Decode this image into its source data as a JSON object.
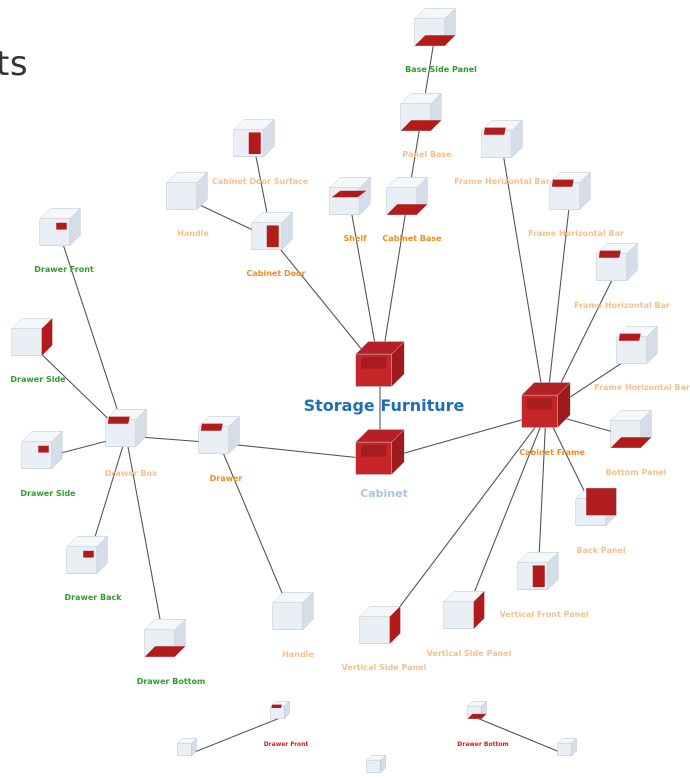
{
  "heading_fragment": "ts",
  "top_tiny_text": "",
  "colors": {
    "root": "#1f6fb5",
    "category": "#f28c28",
    "part": "#2e9e2e",
    "faded": "#f7c08a",
    "cabinet": "#a8c4e6",
    "red": "#b31b1b",
    "box": "#e9eff5"
  },
  "nodes": [
    {
      "id": "storage",
      "label": "Storage Furniture",
      "class": "root",
      "cube": "solid"
    },
    {
      "id": "cabinet",
      "label": "Cabinet",
      "class": "cabinet",
      "cube": "solid"
    },
    {
      "id": "frame",
      "label": "Cabinet Frame",
      "class": "category",
      "cube": "solid"
    },
    {
      "id": "cabinet_base",
      "label": "Cabinet Base",
      "class": "category",
      "cube": "panel-bottom"
    },
    {
      "id": "shelf",
      "label": "Shelf",
      "class": "category",
      "cube": "panel-mid"
    },
    {
      "id": "panel_base",
      "label": "Panel Base",
      "class": "faded",
      "cube": "panel-bottom"
    },
    {
      "id": "base_side_panel",
      "label": "Base Side Panel",
      "class": "part",
      "cube": "panel-bottom"
    },
    {
      "id": "cabinet_door",
      "label": "Cabinet Door",
      "class": "category",
      "cube": "panel-front"
    },
    {
      "id": "door_surface",
      "label": "Cabinet Door Surface",
      "class": "faded",
      "cube": "panel-front"
    },
    {
      "id": "handle_top",
      "label": "Handle",
      "class": "faded",
      "cube": "empty"
    },
    {
      "id": "drawer",
      "label": "Drawer",
      "class": "category",
      "cube": "panel-top"
    },
    {
      "id": "drawer_box",
      "label": "Drawer Box",
      "class": "faded",
      "cube": "panel-top"
    },
    {
      "id": "drawer_front",
      "label": "Drawer Front",
      "class": "part",
      "cube": "panel-mid-small"
    },
    {
      "id": "drawer_side_1",
      "label": "Drawer Side",
      "class": "part",
      "cube": "panel-side"
    },
    {
      "id": "drawer_side_2",
      "label": "Drawer Side",
      "class": "part",
      "cube": "panel-mid-small"
    },
    {
      "id": "drawer_back",
      "label": "Drawer Back",
      "class": "part",
      "cube": "panel-mid-small"
    },
    {
      "id": "drawer_bottom",
      "label": "Drawer Bottom",
      "class": "part",
      "cube": "panel-bottom"
    },
    {
      "id": "handle_bottom",
      "label": "Handle",
      "class": "faded",
      "cube": "empty"
    },
    {
      "id": "fhb_1",
      "label": "Frame Horizontal Bar",
      "class": "faded",
      "cube": "panel-top"
    },
    {
      "id": "fhb_2",
      "label": "Frame Horizontal Bar",
      "class": "faded",
      "cube": "panel-top"
    },
    {
      "id": "fhb_3",
      "label": "Frame Horizontal Bar",
      "class": "faded",
      "cube": "panel-top"
    },
    {
      "id": "fhb_4",
      "label": "Frame Horizontal Bar",
      "class": "faded",
      "cube": "panel-top"
    },
    {
      "id": "bottom_panel",
      "label": "Bottom Panel",
      "class": "faded",
      "cube": "panel-bottom"
    },
    {
      "id": "back_panel",
      "label": "Back Panel",
      "class": "faded",
      "cube": "panel-back"
    },
    {
      "id": "vfp",
      "label": "Vertical Front Panel",
      "class": "faded",
      "cube": "panel-front"
    },
    {
      "id": "vsp_1",
      "label": "Vertical Side Panel",
      "class": "faded",
      "cube": "panel-side"
    },
    {
      "id": "vsp_2",
      "label": "Vertical Side Panel",
      "class": "faded",
      "cube": "panel-side"
    },
    {
      "id": "mini_drawer_front",
      "label": "Drawer Front",
      "class": "mini",
      "cube": "panel-top"
    },
    {
      "id": "mini_drawer_bottom",
      "label": "Drawer Bottom",
      "class": "mini",
      "cube": "panel-bottom"
    },
    {
      "id": "mini_a",
      "label": "",
      "class": "mini",
      "cube": "empty"
    },
    {
      "id": "mini_b",
      "label": "",
      "class": "mini",
      "cube": "empty"
    },
    {
      "id": "mini_c",
      "label": "",
      "class": "mini",
      "cube": "empty"
    }
  ],
  "edges": [
    [
      "storage",
      "cabinet"
    ],
    [
      "storage",
      "cabinet_base"
    ],
    [
      "storage",
      "shelf"
    ],
    [
      "storage",
      "cabinet_door"
    ],
    [
      "cabinet",
      "frame"
    ],
    [
      "cabinet",
      "drawer"
    ],
    [
      "cabinet_base",
      "panel_base"
    ],
    [
      "panel_base",
      "base_side_panel"
    ],
    [
      "cabinet_door",
      "door_surface"
    ],
    [
      "cabinet_door",
      "handle_top"
    ],
    [
      "drawer",
      "drawer_box"
    ],
    [
      "drawer",
      "handle_bottom"
    ],
    [
      "drawer_box",
      "drawer_front"
    ],
    [
      "drawer_box",
      "drawer_side_1"
    ],
    [
      "drawer_box",
      "drawer_side_2"
    ],
    [
      "drawer_box",
      "drawer_back"
    ],
    [
      "drawer_box",
      "drawer_bottom"
    ],
    [
      "frame",
      "fhb_1"
    ],
    [
      "frame",
      "fhb_2"
    ],
    [
      "frame",
      "fhb_3"
    ],
    [
      "frame",
      "fhb_4"
    ],
    [
      "frame",
      "bottom_panel"
    ],
    [
      "frame",
      "back_panel"
    ],
    [
      "frame",
      "vfp"
    ],
    [
      "frame",
      "vsp_1"
    ],
    [
      "frame",
      "vsp_2"
    ],
    [
      "mini_a",
      "mini_drawer_front"
    ],
    [
      "mini_drawer_bottom",
      "mini_c"
    ]
  ]
}
